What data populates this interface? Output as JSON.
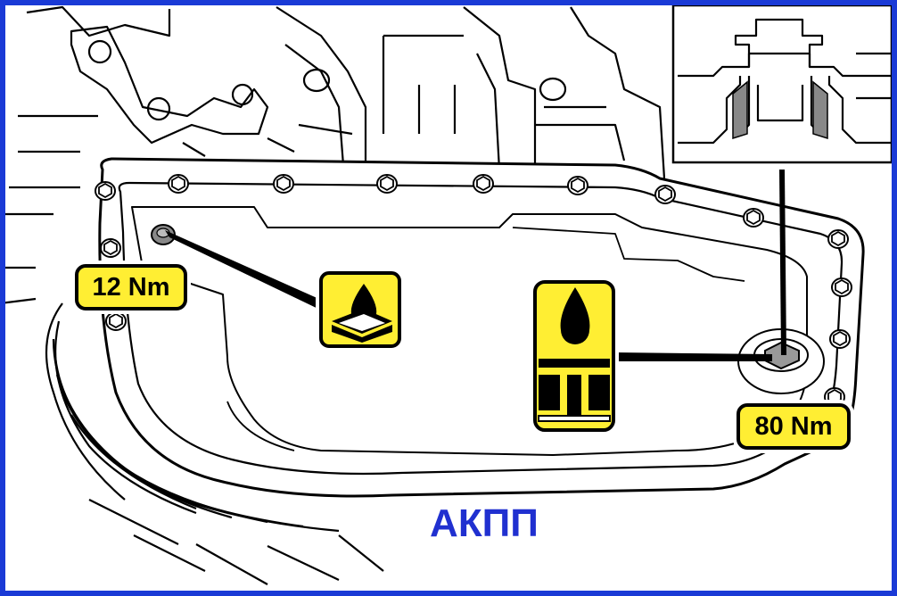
{
  "labels": {
    "drain_plug_torque": "12 Nm",
    "filler_plug_torque": "80 Nm"
  },
  "caption": "АКПП",
  "colors": {
    "frame": "#1a3ad6",
    "label_fill": "#ffee33",
    "caption": "#2030d0",
    "line": "#000000"
  },
  "icons": {
    "drain": "oil-drain-icon",
    "fill": "oil-level-icon"
  }
}
